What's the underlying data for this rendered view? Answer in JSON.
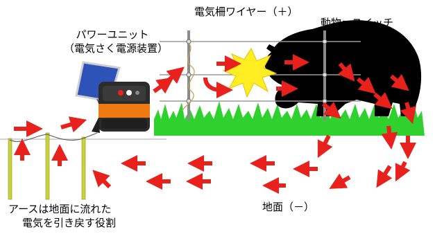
{
  "labels": {
    "power_unit_line1": "パワーユニット",
    "power_unit_line2": "（電気さく電源装置）",
    "wire": "電気柵ワイヤー（＋）",
    "animal": "動物＝スイッチ",
    "ground": "地面（－）",
    "earth_line1": "アースは地面に流れた",
    "earth_line2": "電気を引き戻す役割"
  },
  "colors": {
    "arrow": "#e8211c",
    "grass": "#2fd12f",
    "animal": "#000000",
    "spark": "#ffee22",
    "post": "#c9d43a",
    "unit_body": "#2b2b2b",
    "unit_accent": "#f07a12",
    "panel": "#2d52b8"
  }
}
